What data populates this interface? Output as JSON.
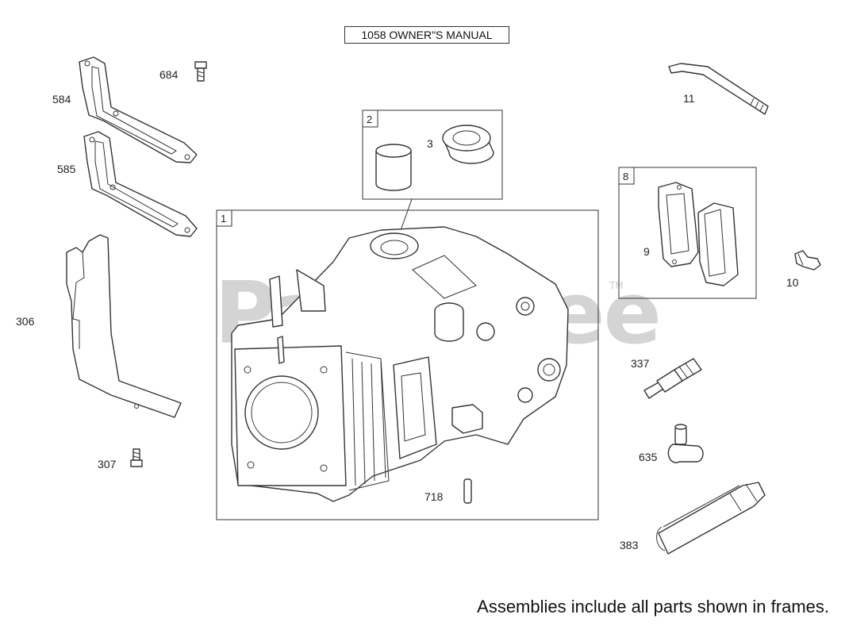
{
  "header": {
    "manual_label": "1058 OWNER\"S MANUAL"
  },
  "watermark": {
    "text": "PartsTree",
    "tm": "TM"
  },
  "frames": [
    {
      "id": "frame-1",
      "number": "1"
    },
    {
      "id": "frame-2",
      "number": "2"
    },
    {
      "id": "frame-8",
      "number": "8"
    }
  ],
  "callouts": [
    {
      "id": "584",
      "text": "584"
    },
    {
      "id": "684",
      "text": "684"
    },
    {
      "id": "585",
      "text": "585"
    },
    {
      "id": "306",
      "text": "306"
    },
    {
      "id": "307",
      "text": "307"
    },
    {
      "id": "3",
      "text": "3"
    },
    {
      "id": "718",
      "text": "718"
    },
    {
      "id": "11",
      "text": "11"
    },
    {
      "id": "9",
      "text": "9"
    },
    {
      "id": "10",
      "text": "10"
    },
    {
      "id": "337",
      "text": "337"
    },
    {
      "id": "635",
      "text": "635"
    },
    {
      "id": "383",
      "text": "383"
    }
  ],
  "footer": {
    "note": "Assemblies include all parts shown in frames."
  },
  "colors": {
    "line": "#333333",
    "watermark": "#d4d4d4",
    "background": "#ffffff"
  }
}
